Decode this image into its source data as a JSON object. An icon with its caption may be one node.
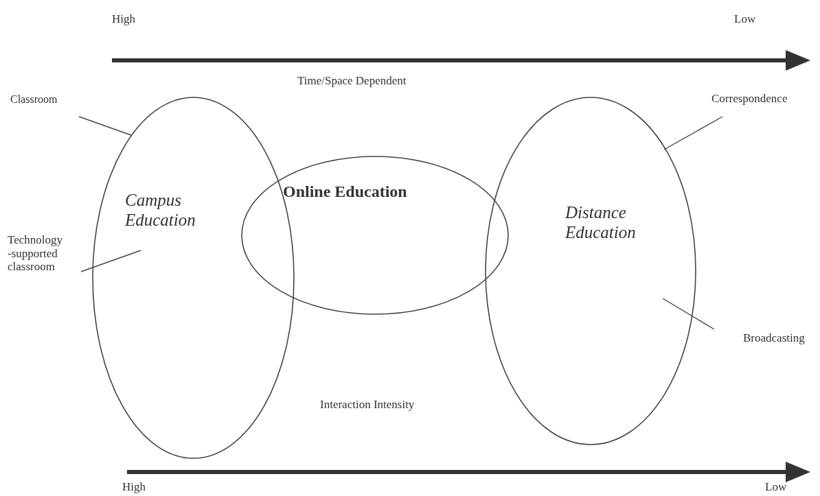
{
  "diagram": {
    "nodes": [
      {
        "text": [
          "Classroom"
        ]
      },
      {
        "text": [
          "Correspondence"
        ]
      },
      {
        "text": [
          "Campus Education"
        ]
      },
      {
        "text": [
          "Online Education"
        ]
      },
      {
        "text": [
          "Distance Education"
        ]
      },
      {
        "text": [
          "Technology -supported classroom"
        ]
      },
      {
        "text": [
          "Broadcasting"
        ]
      }
    ],
    "edges": [
      {
        "from": 0,
        "to": 2,
        "arrow": "none"
      },
      {
        "from": 1,
        "to": 4,
        "arrow": "none"
      },
      {
        "from": 5,
        "to": 2,
        "arrow": "none"
      },
      {
        "from": 6,
        "to": 4,
        "arrow": "none"
      }
    ],
    "labels": [
      "High",
      "Low",
      "Time/Space Dependent",
      "Interaction Intensity",
      "High",
      "Low"
    ]
  }
}
